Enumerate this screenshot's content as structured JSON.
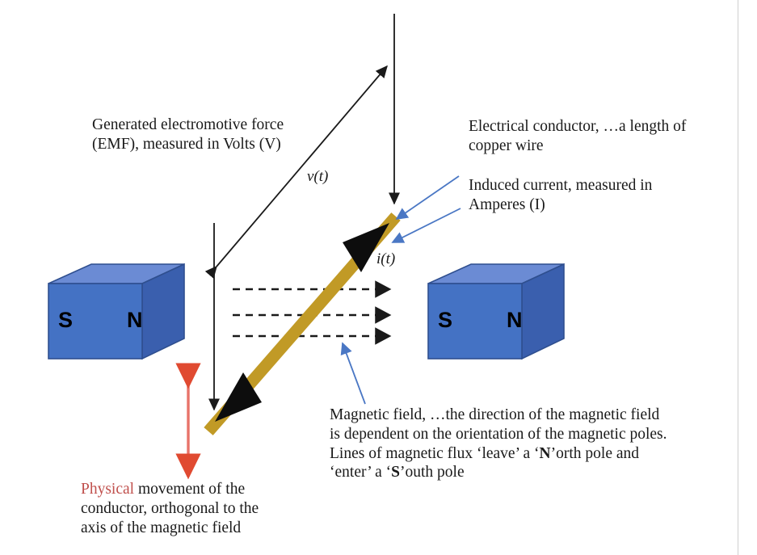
{
  "diagram": {
    "title": "Electromagnetic induction — conductor moving through a magnetic field",
    "colors": {
      "magnet_front": "#4472C4",
      "magnet_top": "#6B8BD4",
      "magnet_side": "#3A5FAE",
      "magnet_outline": "#2F4F8F",
      "conductor_wire": "#C19A26",
      "leader_blue": "#4A77C4",
      "motion_red": "#E8736A",
      "motion_red_head": "#E04A31",
      "field_line": "#1a1a1a",
      "text": "#1a1a1a",
      "accent_red_word": "#C0504D"
    },
    "labels": {
      "emf": "Generated electromotive force (EMF), measured in Volts (V)",
      "conductor": "Electrical conductor, …a length of copper wire",
      "induced_current": "Induced current, measured in Amperes (I)",
      "magnetic_field_pre": "Magnetic field, …the direction of the magnetic field is dependent on the orientation of the magnetic poles. Lines of magnetic flux ‘leave’ a ‘",
      "magnetic_field_bold_n": "N",
      "magnetic_field_mid": "’orth pole and ‘enter’ a ‘",
      "magnetic_field_bold_s": "S",
      "magnetic_field_post": "’outh pole",
      "physical_word": "Physical",
      "physical_rest_line1": " movement of the",
      "physical_rest_line2": "conductor, orthogonal to the",
      "physical_rest_line3": "axis of the magnetic field",
      "voltage_symbol": "v(t)",
      "current_symbol": "i(t)"
    },
    "magnets": [
      {
        "name": "left-magnet",
        "south_pole": "S",
        "north_pole": "N"
      },
      {
        "name": "right-magnet",
        "south_pole": "S",
        "north_pole": "N"
      }
    ],
    "field_lines": {
      "count": 3,
      "direction": "left-to-right",
      "style": "dashed-with-arrowhead"
    }
  }
}
